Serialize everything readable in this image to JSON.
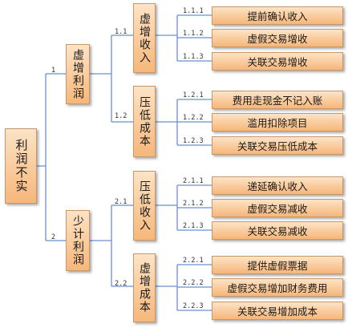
{
  "root": "利润不实",
  "branches": [
    {
      "num": "1",
      "label": "虚增利润",
      "subs": [
        {
          "num": "1.1",
          "label": "虚增收入",
          "items": [
            {
              "num": "1.1.1",
              "label": "提前确认收入"
            },
            {
              "num": "1.1.2",
              "label": "虚假交易增收"
            },
            {
              "num": "1.1.3",
              "label": "关联交易增收"
            }
          ]
        },
        {
          "num": "1.2",
          "label": "压低成本",
          "items": [
            {
              "num": "1.2.1",
              "label": "费用走现金不记入账"
            },
            {
              "num": "1.2.2",
              "label": "滥用扣除项目"
            },
            {
              "num": "1.2.3",
              "label": "关联交易压低成本"
            }
          ]
        }
      ]
    },
    {
      "num": "2",
      "label": "少计利润",
      "subs": [
        {
          "num": "2.1",
          "label": "压低收入",
          "items": [
            {
              "num": "2.1.1",
              "label": "递延确认收入"
            },
            {
              "num": "2.1.2",
              "label": "虚假交易减收"
            },
            {
              "num": "2.1.3",
              "label": "关联交易减收"
            }
          ]
        },
        {
          "num": "2.2",
          "label": "虚增成本",
          "items": [
            {
              "num": "2.2.1",
              "label": "提供虚假票据"
            },
            {
              "num": "2.2.2",
              "label": "虚假交易增加财务费用"
            },
            {
              "num": "2.2.3",
              "label": "关联交易增加成本"
            }
          ]
        }
      ]
    }
  ]
}
